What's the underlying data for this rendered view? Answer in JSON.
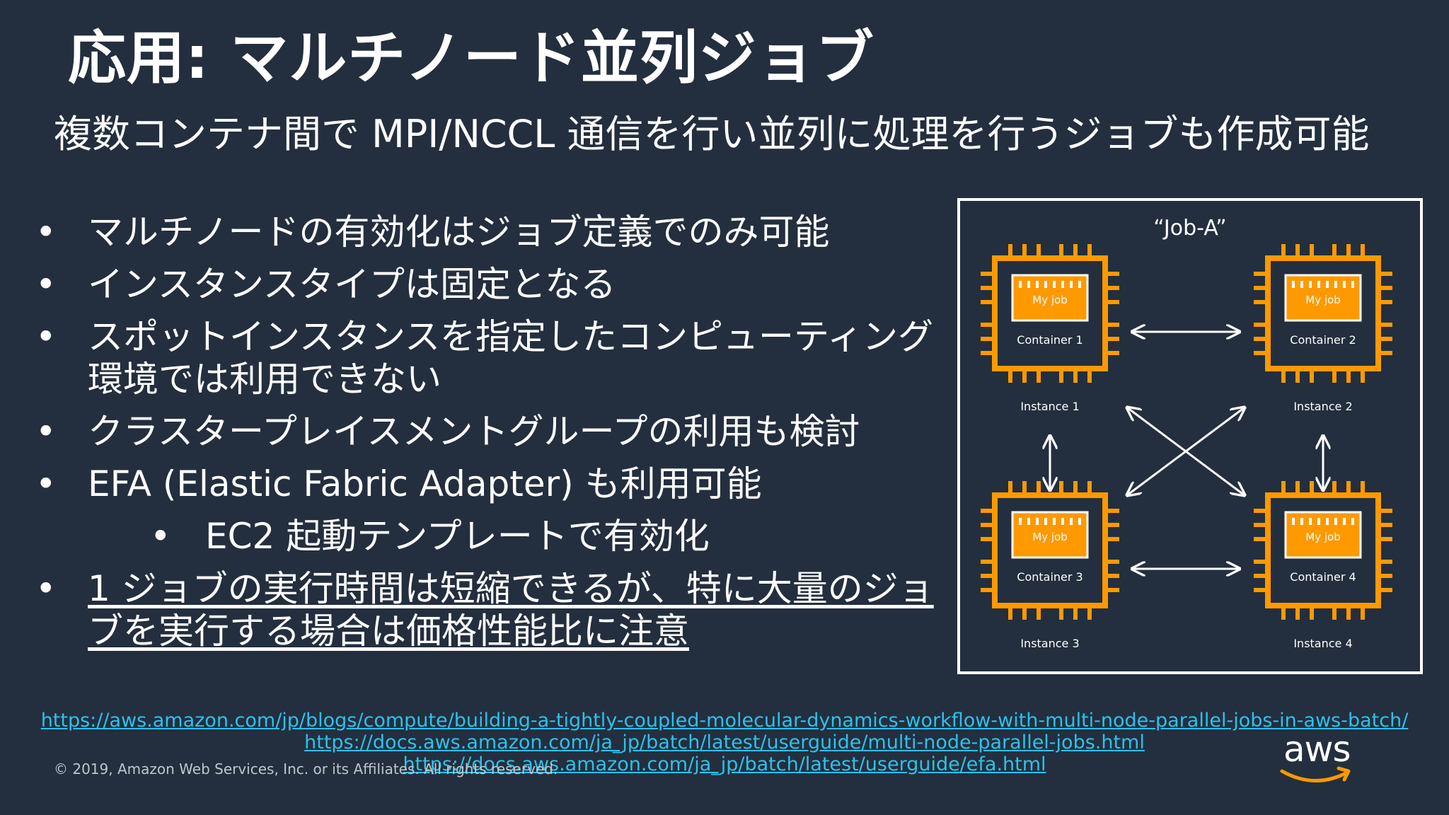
{
  "slide": {
    "title": "応用: マルチノード並列ジョブ",
    "subtitle": "複数コンテナ間で MPI/NCCL 通信を行い並列に処理を行うジョブも作成可能"
  },
  "bullets": [
    {
      "text": "マルチノードの有効化はジョブ定義でのみ可能"
    },
    {
      "text": "インスタンスタイプは固定となる"
    },
    {
      "text": "スポットインスタンスを指定したコンピューティング環境では利用できない"
    },
    {
      "text": "クラスタープレイスメントグループの利用も検討"
    },
    {
      "text": "EFA (Elastic Fabric Adapter) も利用可能"
    },
    {
      "text": "EC2 起動テンプレートで有効化"
    },
    {
      "text": "1 ジョブの実行時間は短縮できるが、特に大量のジョブを実行する場合は価格性能比に注意"
    }
  ],
  "bullet_marker": "•",
  "diagram": {
    "title": "“Job-A”",
    "job_label": "My job",
    "nodes": [
      {
        "container": "Container 1",
        "instance": "Instance 1"
      },
      {
        "container": "Container 2",
        "instance": "Instance 2"
      },
      {
        "container": "Container 3",
        "instance": "Instance 3"
      },
      {
        "container": "Container 4",
        "instance": "Instance 4"
      }
    ],
    "colors": {
      "chip": "#ff9900",
      "background": "#232f3e",
      "border": "#ffffff"
    }
  },
  "links": [
    "https://aws.amazon.com/jp/blogs/compute/building-a-tightly-coupled-molecular-dynamics-workflow-with-multi-node-parallel-jobs-in-aws-batch/",
    "https://docs.aws.amazon.com/ja_jp/batch/latest/userguide/multi-node-parallel-jobs.html",
    "https://docs.aws.amazon.com/ja_jp/batch/latest/userguide/efa.html"
  ],
  "footer": {
    "copyright": "© 2019, Amazon Web Services, Inc. or its Affiliates. All rights reserved.",
    "logo_text": "aws"
  },
  "theme": {
    "background": "#232f3e",
    "text": "#ffffff",
    "link": "#2dc1ec",
    "accent": "#ff9900"
  }
}
